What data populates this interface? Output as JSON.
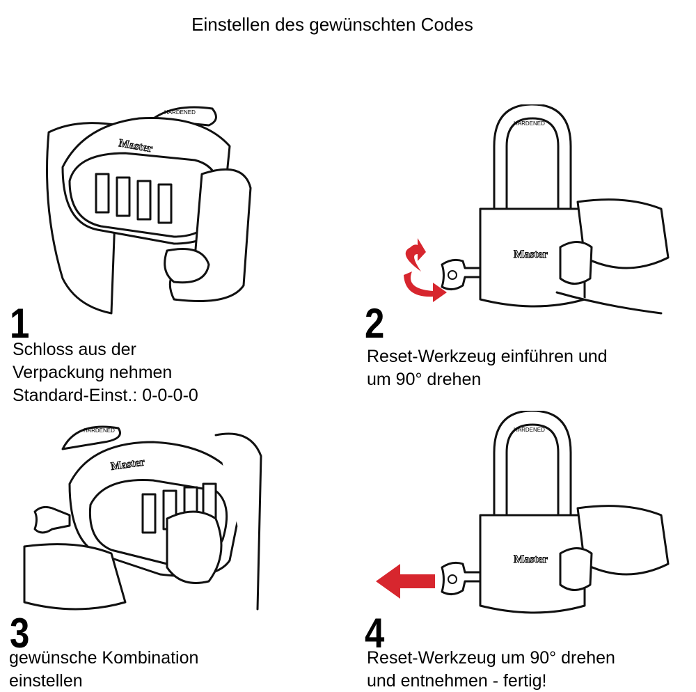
{
  "title": "Einstellen des gewünschten Codes",
  "brand_text": "Master",
  "shackle_text": "HARDENED",
  "arrow_color": "#d7262e",
  "steps": [
    {
      "number": "1",
      "lines": [
        "Schloss aus der",
        "Verpackung nehmen",
        "Standard-Einst.: 0-0-0-0"
      ]
    },
    {
      "number": "2",
      "lines": [
        "Reset-Werkzeug einführen und",
        "um 90° drehen"
      ]
    },
    {
      "number": "3",
      "lines": [
        "gewünsche Kombination",
        "einstellen"
      ]
    },
    {
      "number": "4",
      "lines": [
        "Reset-Werkzeug um 90° drehen",
        "und entnehmen - fertig!"
      ]
    }
  ]
}
